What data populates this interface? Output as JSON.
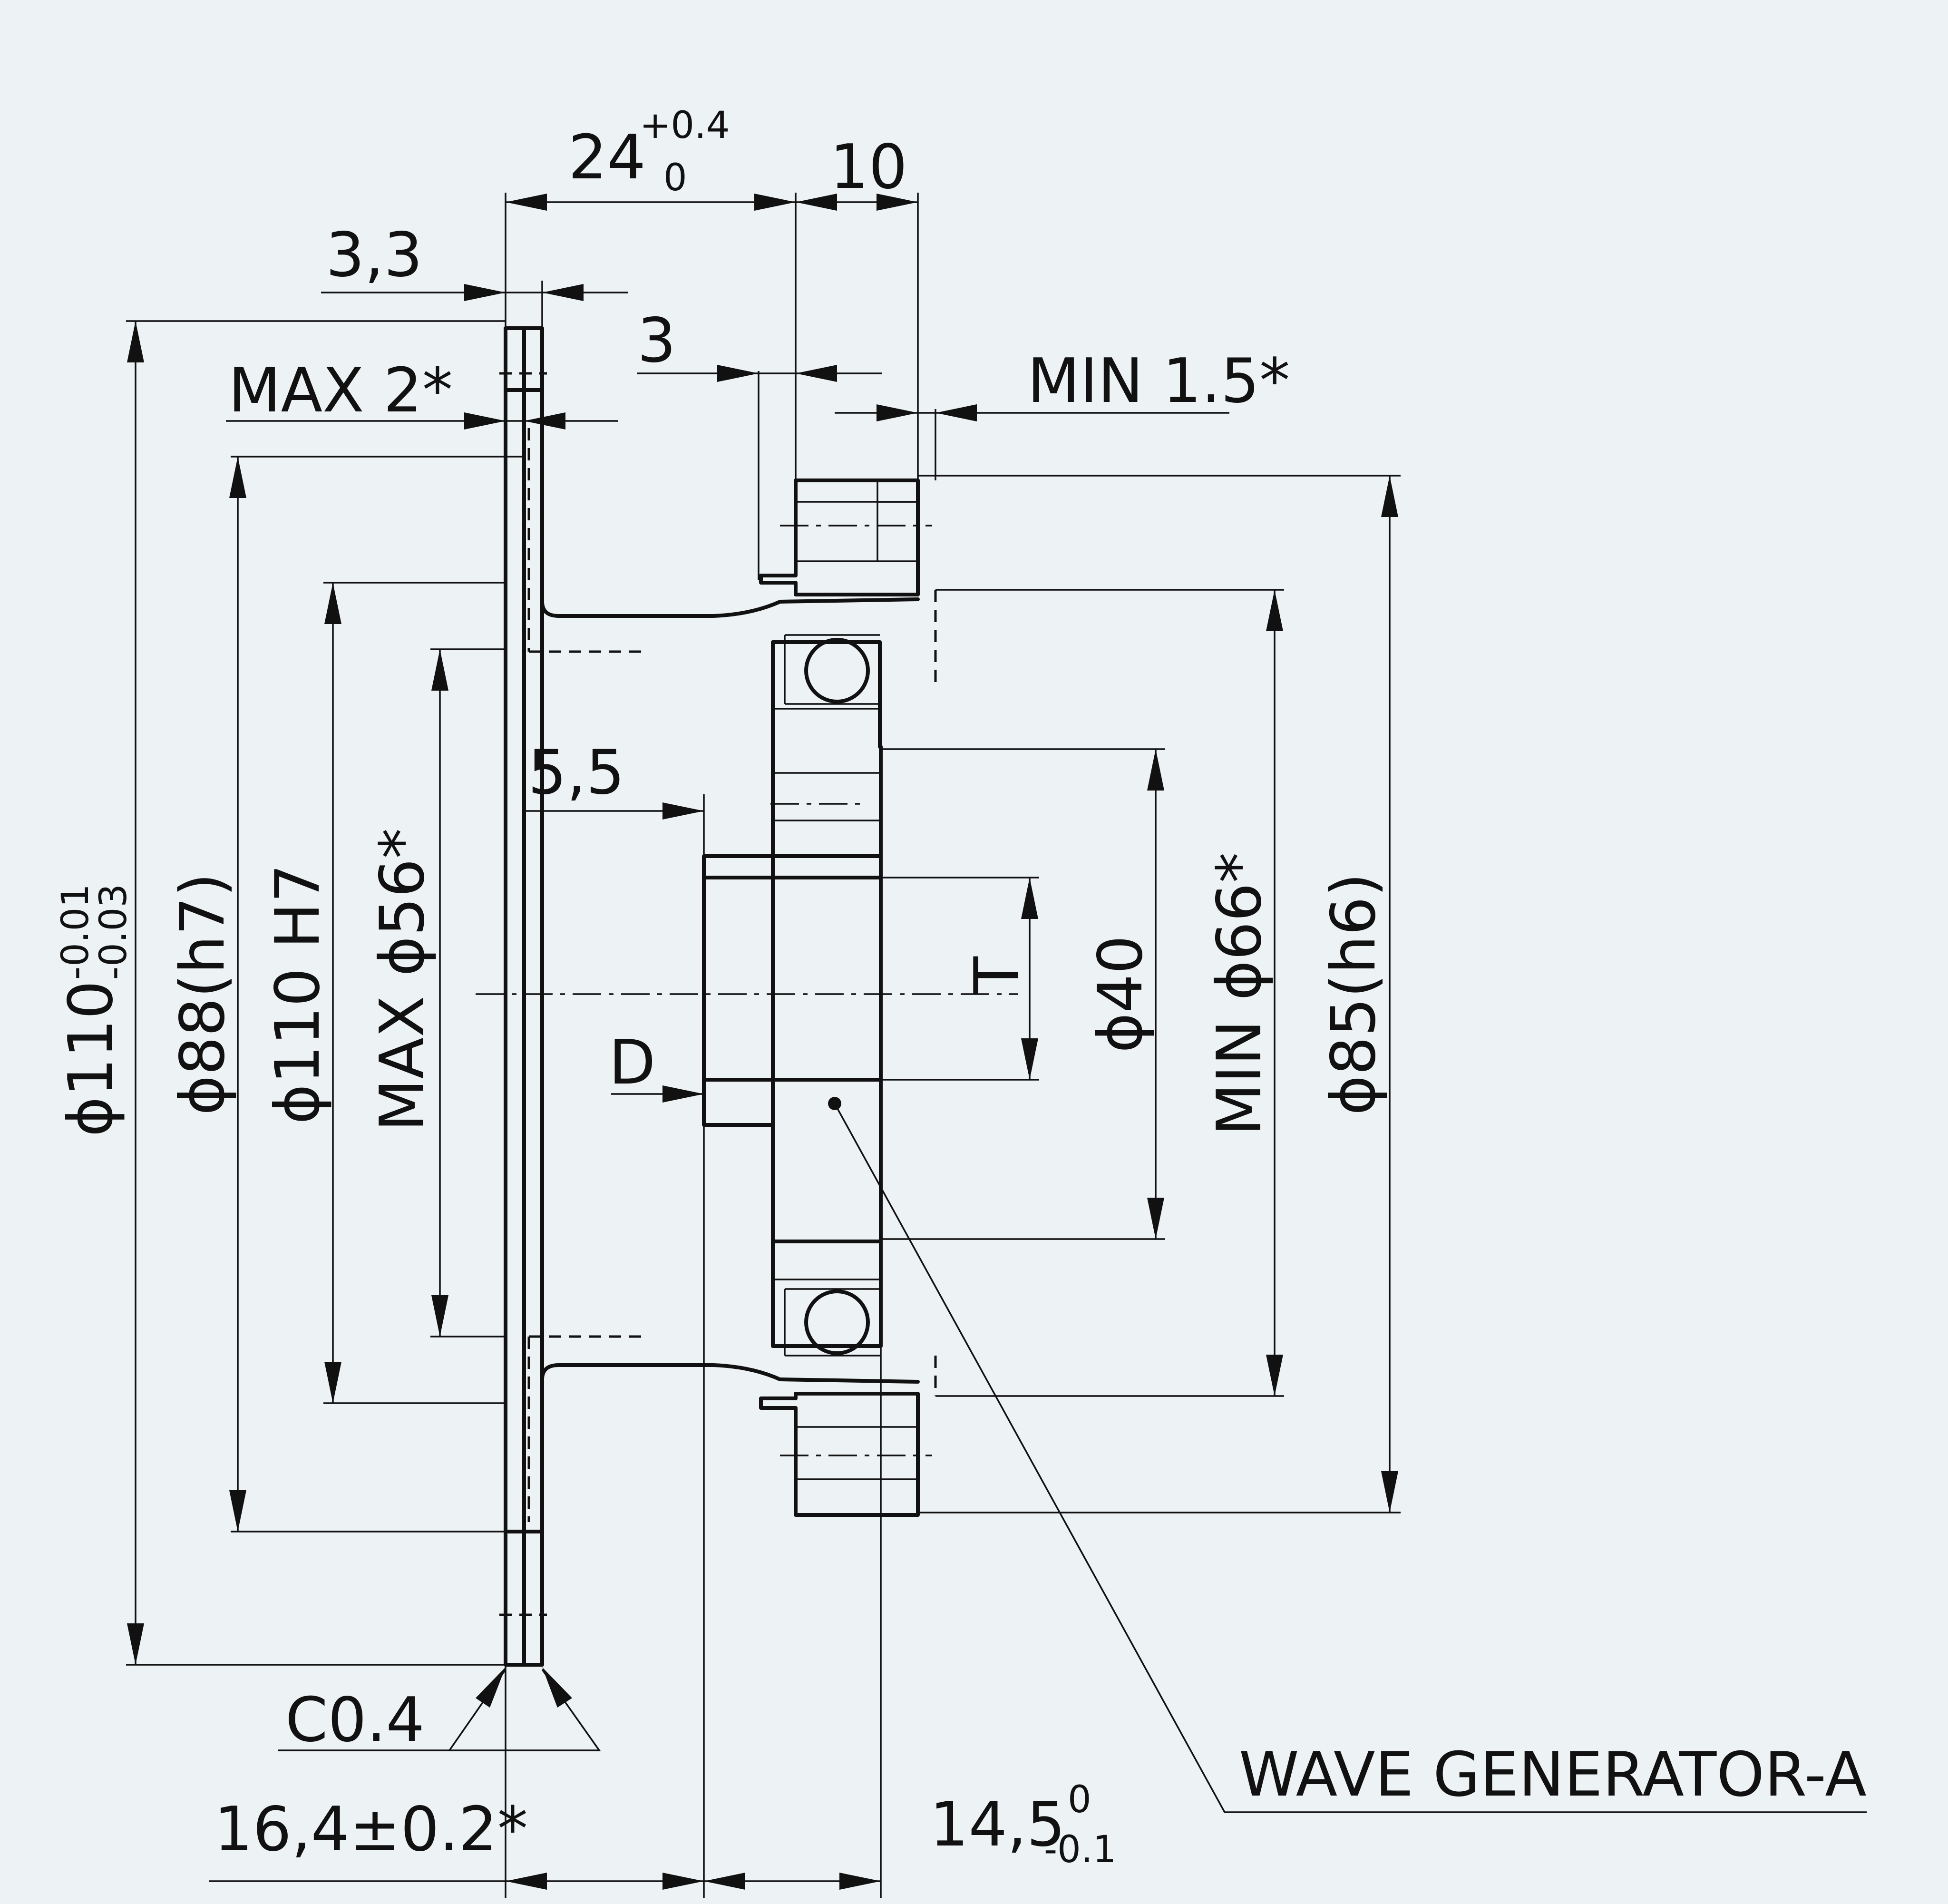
{
  "colors": {
    "background": "#edf2f4",
    "line": "#111111"
  },
  "dimensions": {
    "overall_width": {
      "base": "24",
      "sup": "+0.4",
      "sub": "0"
    },
    "hub_width": "10",
    "flange_thickness": "3,3",
    "gap_3": "3",
    "max_2": "MAX 2*",
    "min_1_5": "MIN 1.5*",
    "offset_5_5": "5,5",
    "d_label": "D",
    "t_label": "T",
    "dia_110_tol": {
      "base": "ϕ110",
      "sup": "-0.01",
      "sub": "-0.03"
    },
    "dia_88": "ϕ88(h7)",
    "dia_110_h7": "ϕ110 H7",
    "max_dia_56": "MAX ϕ56*",
    "dia_40": "ϕ40",
    "min_dia_66": "MIN ϕ66*",
    "dia_85": "ϕ85(h6)",
    "chamfer": "C0.4",
    "length_16_4": "16,4±0.2*",
    "length_14_5": {
      "base": "14,5",
      "sup": "0",
      "sub": "-0.1"
    },
    "wave_generator": "WAVE GENERATOR-A"
  }
}
